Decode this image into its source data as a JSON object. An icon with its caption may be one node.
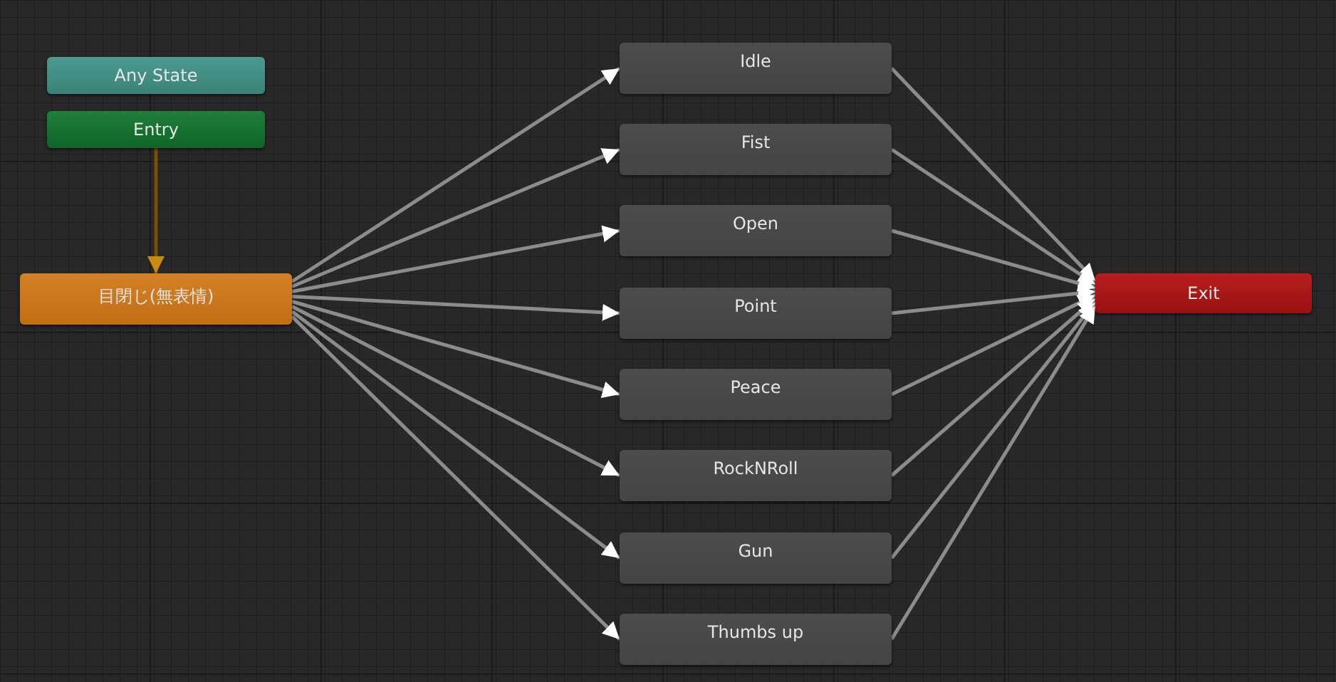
{
  "diagram": {
    "nodes": [
      {
        "text": [
          "Any State"
        ]
      },
      {
        "text": [
          "Entry"
        ]
      },
      {
        "text": [
          "目閉じ(無表情)"
        ]
      },
      {
        "text": [
          "Idle"
        ]
      },
      {
        "text": [
          "Fist"
        ]
      },
      {
        "text": [
          "Open"
        ]
      },
      {
        "text": [
          "Point"
        ]
      },
      {
        "text": [
          "Peace"
        ]
      },
      {
        "text": [
          "RockNRoll"
        ]
      },
      {
        "text": [
          "Gun"
        ]
      },
      {
        "text": [
          "Thumbs up"
        ]
      },
      {
        "text": [
          "Exit"
        ]
      }
    ],
    "edges": [
      {
        "from": 1,
        "to": 2,
        "arrow": "to",
        "color": "#7a4f06"
      },
      {
        "from": 2,
        "to": 3,
        "arrow": "to"
      },
      {
        "from": 2,
        "to": 4,
        "arrow": "to"
      },
      {
        "from": 2,
        "to": 5,
        "arrow": "to"
      },
      {
        "from": 2,
        "to": 6,
        "arrow": "to"
      },
      {
        "from": 2,
        "to": 7,
        "arrow": "to"
      },
      {
        "from": 2,
        "to": 8,
        "arrow": "to"
      },
      {
        "from": 2,
        "to": 9,
        "arrow": "to"
      },
      {
        "from": 2,
        "to": 10,
        "arrow": "to"
      },
      {
        "from": 3,
        "to": 11,
        "arrow": "to"
      },
      {
        "from": 4,
        "to": 11,
        "arrow": "to"
      },
      {
        "from": 5,
        "to": 11,
        "arrow": "to"
      },
      {
        "from": 6,
        "to": 11,
        "arrow": "to"
      },
      {
        "from": 7,
        "to": 11,
        "arrow": "to"
      },
      {
        "from": 8,
        "to": 11,
        "arrow": "to"
      },
      {
        "from": 9,
        "to": 11,
        "arrow": "to"
      },
      {
        "from": 10,
        "to": 11,
        "arrow": "to"
      }
    ]
  }
}
